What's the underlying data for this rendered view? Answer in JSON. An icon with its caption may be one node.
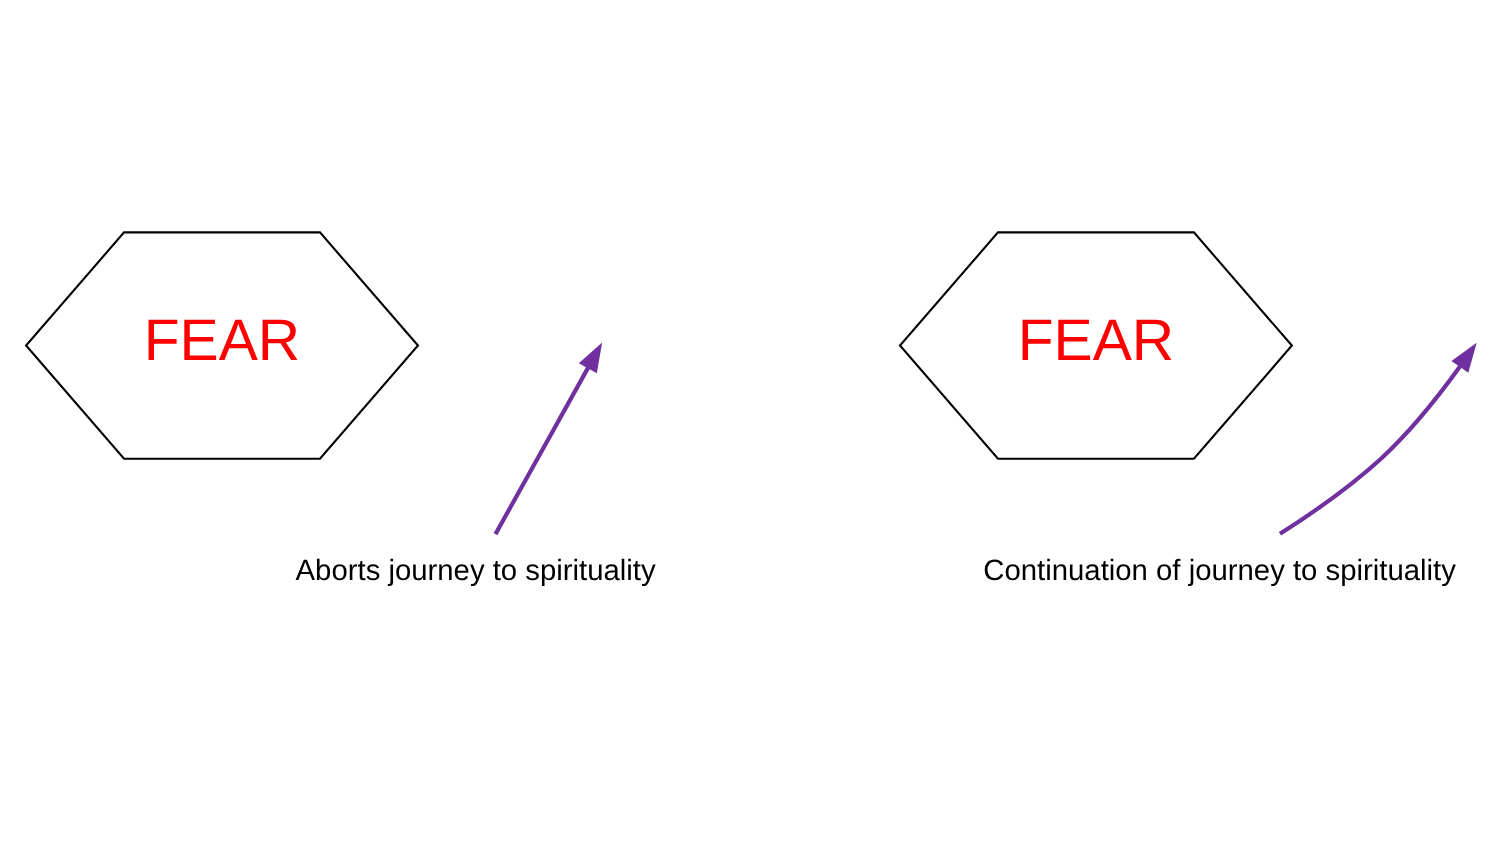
{
  "diagram": {
    "nodes": [
      {
        "text": [
          "FEAR"
        ]
      },
      {
        "text": [
          "FEAR"
        ]
      },
      {
        "text": [
          "Aborts journey to spirituality"
        ]
      },
      {
        "text": [
          "Continuation of journey to spirituality"
        ]
      }
    ],
    "edges": [
      {
        "from": 2,
        "to": null,
        "arrow": "to"
      },
      {
        "from": 3,
        "to": null,
        "arrow": "to"
      }
    ]
  }
}
